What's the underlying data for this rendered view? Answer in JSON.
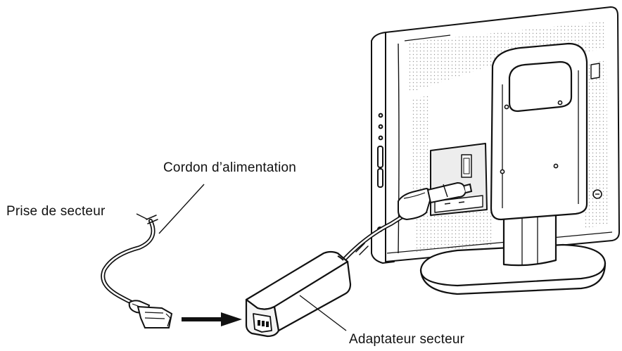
{
  "labels": {
    "power_cord": "Cordon d’alimentation",
    "power_outlet": "Prise de secteur",
    "ac_adapter": "Adaptateur secteur"
  },
  "colors": {
    "line": "#111111",
    "fill": "#ffffff",
    "shade": "#e6e6e6",
    "dots": "#9a9a9a"
  }
}
